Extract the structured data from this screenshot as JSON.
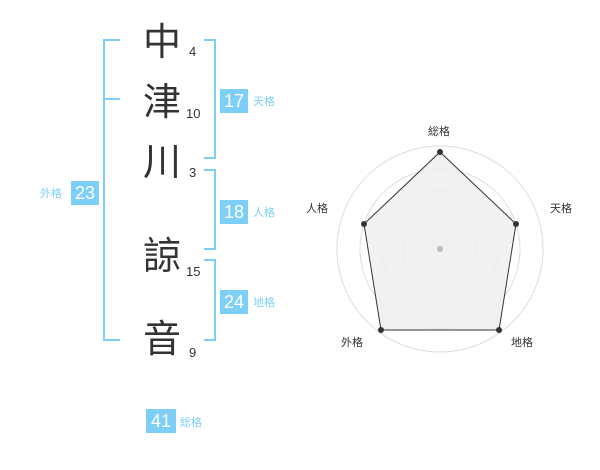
{
  "name_chars": [
    {
      "char": "中",
      "strokes": "4"
    },
    {
      "char": "津",
      "strokes": "10"
    },
    {
      "char": "川",
      "strokes": "3"
    },
    {
      "char": "諒",
      "strokes": "15"
    },
    {
      "char": "音",
      "strokes": "9"
    }
  ],
  "kaku": {
    "tenkaku": {
      "value": "17",
      "label": "天格"
    },
    "jinkaku": {
      "value": "18",
      "label": "人格"
    },
    "chikaku": {
      "value": "24",
      "label": "地格"
    },
    "gaikaku": {
      "value": "23",
      "label": "外格"
    },
    "soukaku": {
      "value": "41",
      "label": "総格"
    }
  },
  "radar": {
    "labels": {
      "top": "総格",
      "right": "天格",
      "bottom_right": "地格",
      "bottom_left": "外格",
      "left": "人格"
    }
  },
  "colors": {
    "accent": "#7dcff7",
    "text": "#333333"
  }
}
